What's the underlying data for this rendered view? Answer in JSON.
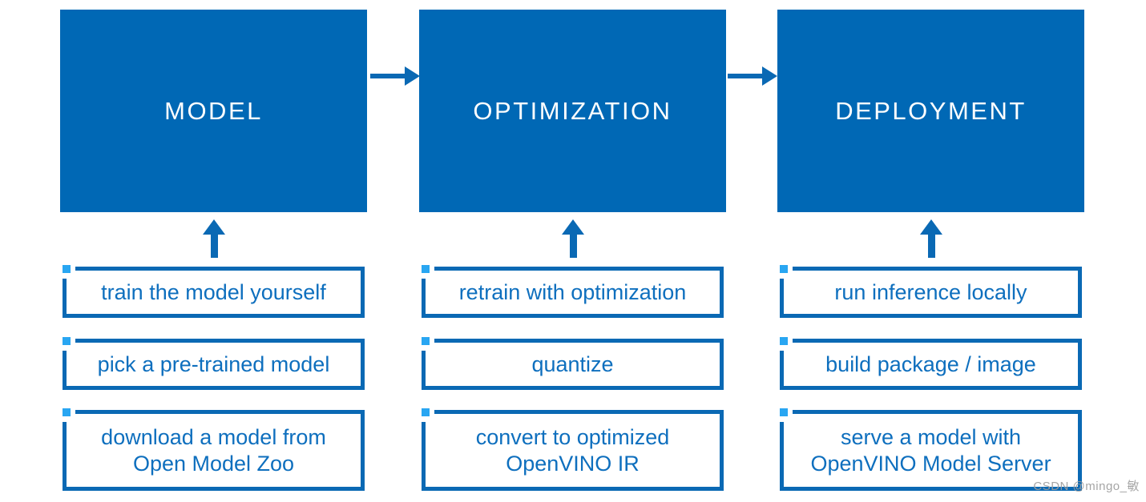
{
  "columns": [
    {
      "title": "MODEL",
      "steps": [
        "train the model yourself",
        "pick a pre-trained model",
        "download a model from\nOpen Model Zoo"
      ]
    },
    {
      "title": "OPTIMIZATION",
      "steps": [
        "retrain with optimization",
        "quantize",
        "convert to optimized\nOpenVINO IR"
      ]
    },
    {
      "title": "DEPLOYMENT",
      "steps": [
        "run inference locally",
        "build package / image",
        "serve a model with\nOpenVINO Model Server"
      ]
    }
  ],
  "watermark": "CSDN @mingo_敏",
  "colors": {
    "primary_blue": "#0068B5",
    "border_blue": "#0A69B4",
    "step_text_blue": "#0E6FBE",
    "accent_light_blue": "#29A6F2",
    "watermark_gray": "#9E9E9E"
  }
}
